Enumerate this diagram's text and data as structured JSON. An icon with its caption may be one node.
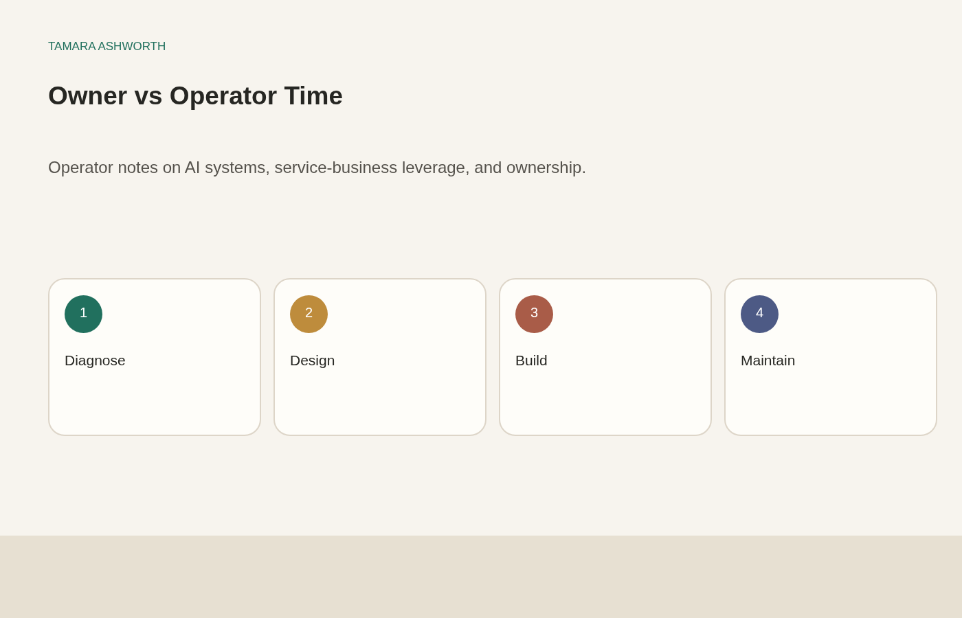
{
  "diagram": {
    "title": "Owner vs Operator Time",
    "nodes": [
      {
        "text": [
          "Diagnose"
        ]
      },
      {
        "text": [
          "1"
        ],
        "in": 0
      },
      {
        "text": [
          "Design"
        ]
      },
      {
        "text": [
          "2"
        ],
        "in": 2
      },
      {
        "text": [
          "Build"
        ]
      },
      {
        "text": [
          "3"
        ],
        "in": 4
      },
      {
        "text": [
          "Maintain"
        ]
      },
      {
        "text": [
          "4"
        ],
        "in": 6
      }
    ],
    "labels": [
      "TAMARA ASHWORTH",
      "Operator notes on AI systems, service-business leverage, and ownership."
    ]
  }
}
